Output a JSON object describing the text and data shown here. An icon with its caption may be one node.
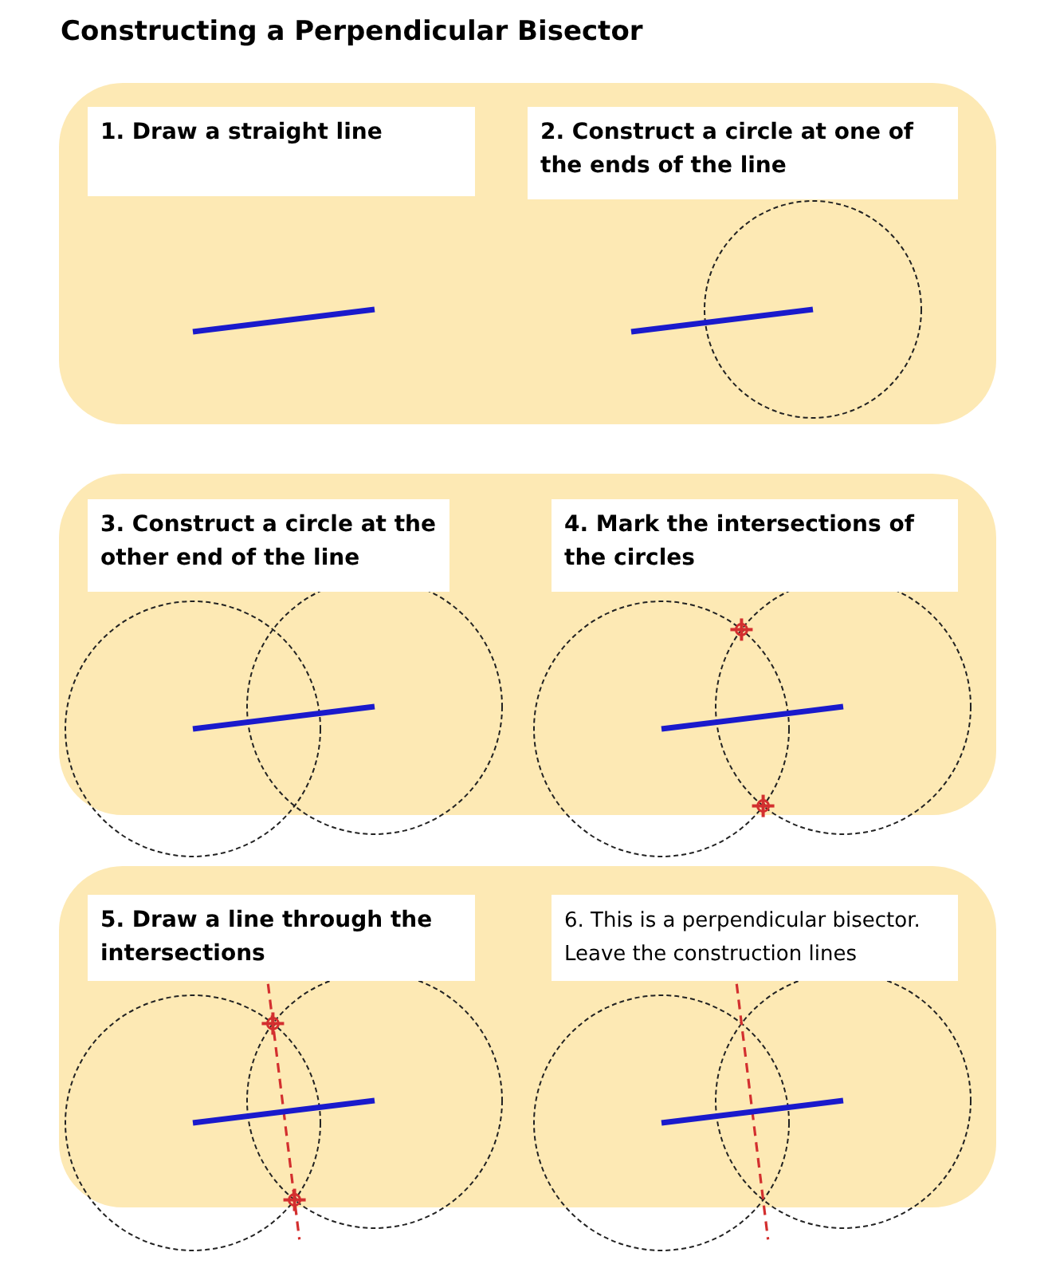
{
  "diagram": {
    "title": "Constructing a Perpendicular Bisector",
    "nodes": [
      {
        "text": [
          "1. Draw a straight line"
        ]
      },
      {
        "text": [
          "2. Construct a circle at one of the ends of the line"
        ]
      },
      {
        "text": [
          "3. Construct a circle at the other end of the line"
        ]
      },
      {
        "text": [
          "4. Mark the intersections of the circles"
        ]
      },
      {
        "text": [
          "5. Draw a line through the intersections"
        ]
      },
      {
        "text": [
          "6. This is a perpendicular bisector. Leave the construction lines"
        ]
      }
    ]
  }
}
